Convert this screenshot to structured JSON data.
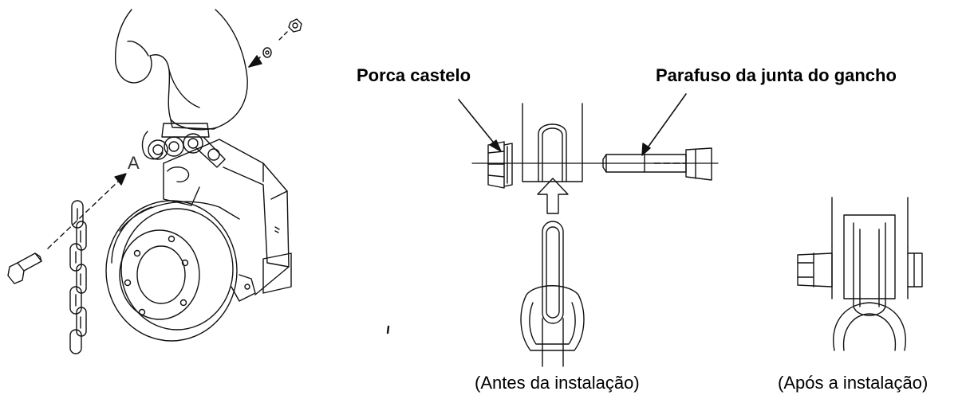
{
  "labels": {
    "castle_nut": "Porca castelo",
    "hook_joint_bolt": "Parafuso da junta do gancho",
    "point_a": "A"
  },
  "captions": {
    "before": "(Antes da instalação)",
    "after": "(Após a instalação)"
  },
  "colors": {
    "line": "#111111",
    "background": "#ffffff"
  }
}
